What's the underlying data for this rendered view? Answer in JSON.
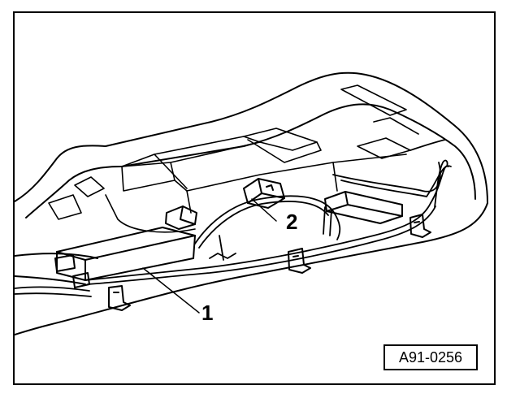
{
  "callouts": {
    "part_1": "1",
    "part_2": "2"
  },
  "reference": {
    "code": "A91-0256"
  },
  "colors": {
    "line": "#000000",
    "background": "#ffffff"
  }
}
